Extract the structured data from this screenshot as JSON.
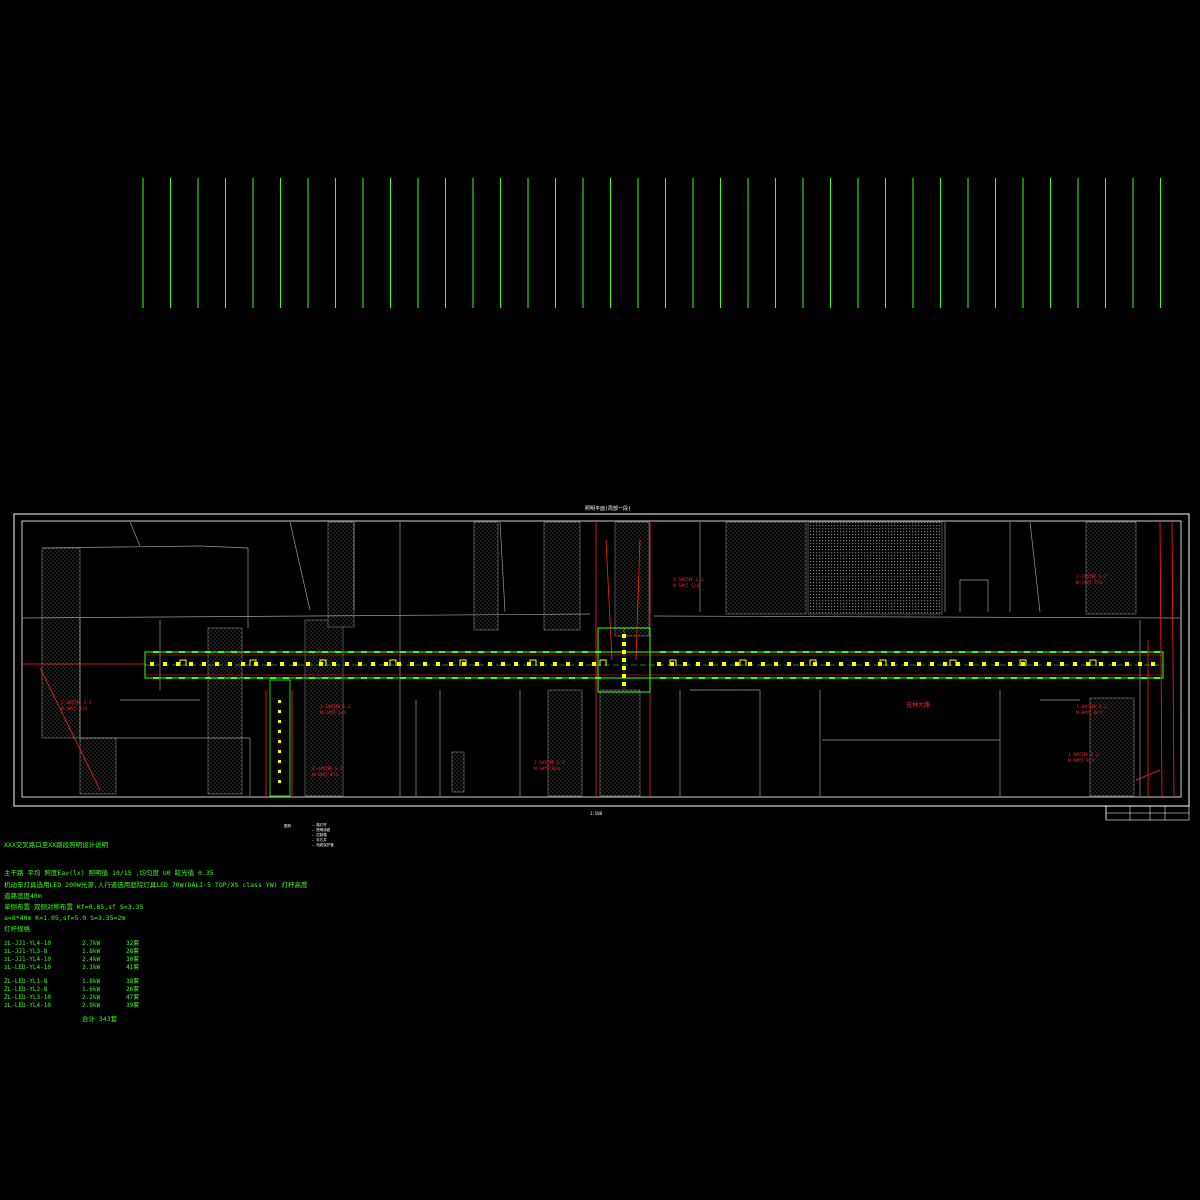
{
  "drawing": {
    "header_label": "照明平面(局部一段)",
    "footer_scale": "1:500",
    "road_name": "吉林大路",
    "colors": {
      "background": "#000000",
      "border": "#ffffff",
      "road": "#39ff14",
      "lamp": "#ffff00",
      "annotation": "#ff2020",
      "map_lines": "#9a9a9a"
    }
  },
  "annotations": [
    {
      "id": "a1",
      "lines": [
        "J-3#灯杆 1-2",
        "N-3#灯 3/4"
      ]
    },
    {
      "id": "a2",
      "lines": [
        "J-1#灯杆 1-2",
        "N-1#灯 1/4"
      ]
    },
    {
      "id": "a3",
      "lines": [
        "J-5#灯杆 1-2",
        "N-5#灯 5/4"
      ]
    },
    {
      "id": "a4",
      "lines": [
        "J-4#灯杆 1-2",
        "N-4#灯 4/4"
      ]
    },
    {
      "id": "a5",
      "lines": [
        "J-6#灯杆 1-2",
        "N-6#灯 6/4"
      ]
    },
    {
      "id": "a6",
      "lines": [
        "J-7#灯杆 1-2",
        "N-7#灯 7/4"
      ]
    },
    {
      "id": "a7",
      "lines": [
        "J-8#灯杆 1-2",
        "N-8#灯 8/4"
      ]
    },
    {
      "id": "a8",
      "lines": [
        "J-9#灯杆 1-2",
        "N-9#灯 9/4"
      ]
    }
  ],
  "legend": {
    "title": "图例",
    "items": [
      "— 路灯杆",
      "— 照明线缆",
      "— 控制箱",
      "— 手孔井",
      "— 电缆保护管"
    ]
  },
  "notes": {
    "title": "XXX交叉路口至XX路段照明设计说明",
    "lines": [
      "主干路 平均 照度Eav(lx) 照明值 10/15 ,均匀度 U0 眩光值 0.35",
      "机动车灯具选用LED 200W光源,人行道选用庭院灯具LED 70W(DALI-5 TOP/XS class YW) 灯杆高度",
      "道路宽度40m",
      "单侧布置  双侧对称布置  Kf=0.85,sf  S=3.35",
      "a=8*40m  K=1.05,sf=5.0  S=3.35=2m",
      "灯杆规格"
    ],
    "schedule_a": [
      {
        "code": "zL-JJ1-YL4-10",
        "value": "2.7kW",
        "count": "32套"
      },
      {
        "code": "zL-JJ1-YL3-8",
        "value": "1.8kW",
        "count": "28套"
      },
      {
        "code": "zL-JJ1-YL4-10",
        "value": "2.4kW",
        "count": "30套"
      },
      {
        "code": "zL-LED-YL4-10",
        "value": "2.1kW",
        "count": "41套"
      }
    ],
    "schedule_b": [
      {
        "code": "ZL-LED-YL1-8",
        "value": "1.8kW",
        "count": "38套"
      },
      {
        "code": "ZL-LED-YL2-8",
        "value": "1.6kW",
        "count": "26套"
      },
      {
        "code": "ZL-LED-YL3-10",
        "value": "2.2kW",
        "count": "47套"
      },
      {
        "code": "zL-LED-YL4-10",
        "value": "2.9kW",
        "count": "39套"
      }
    ],
    "total": "合计 343套"
  }
}
